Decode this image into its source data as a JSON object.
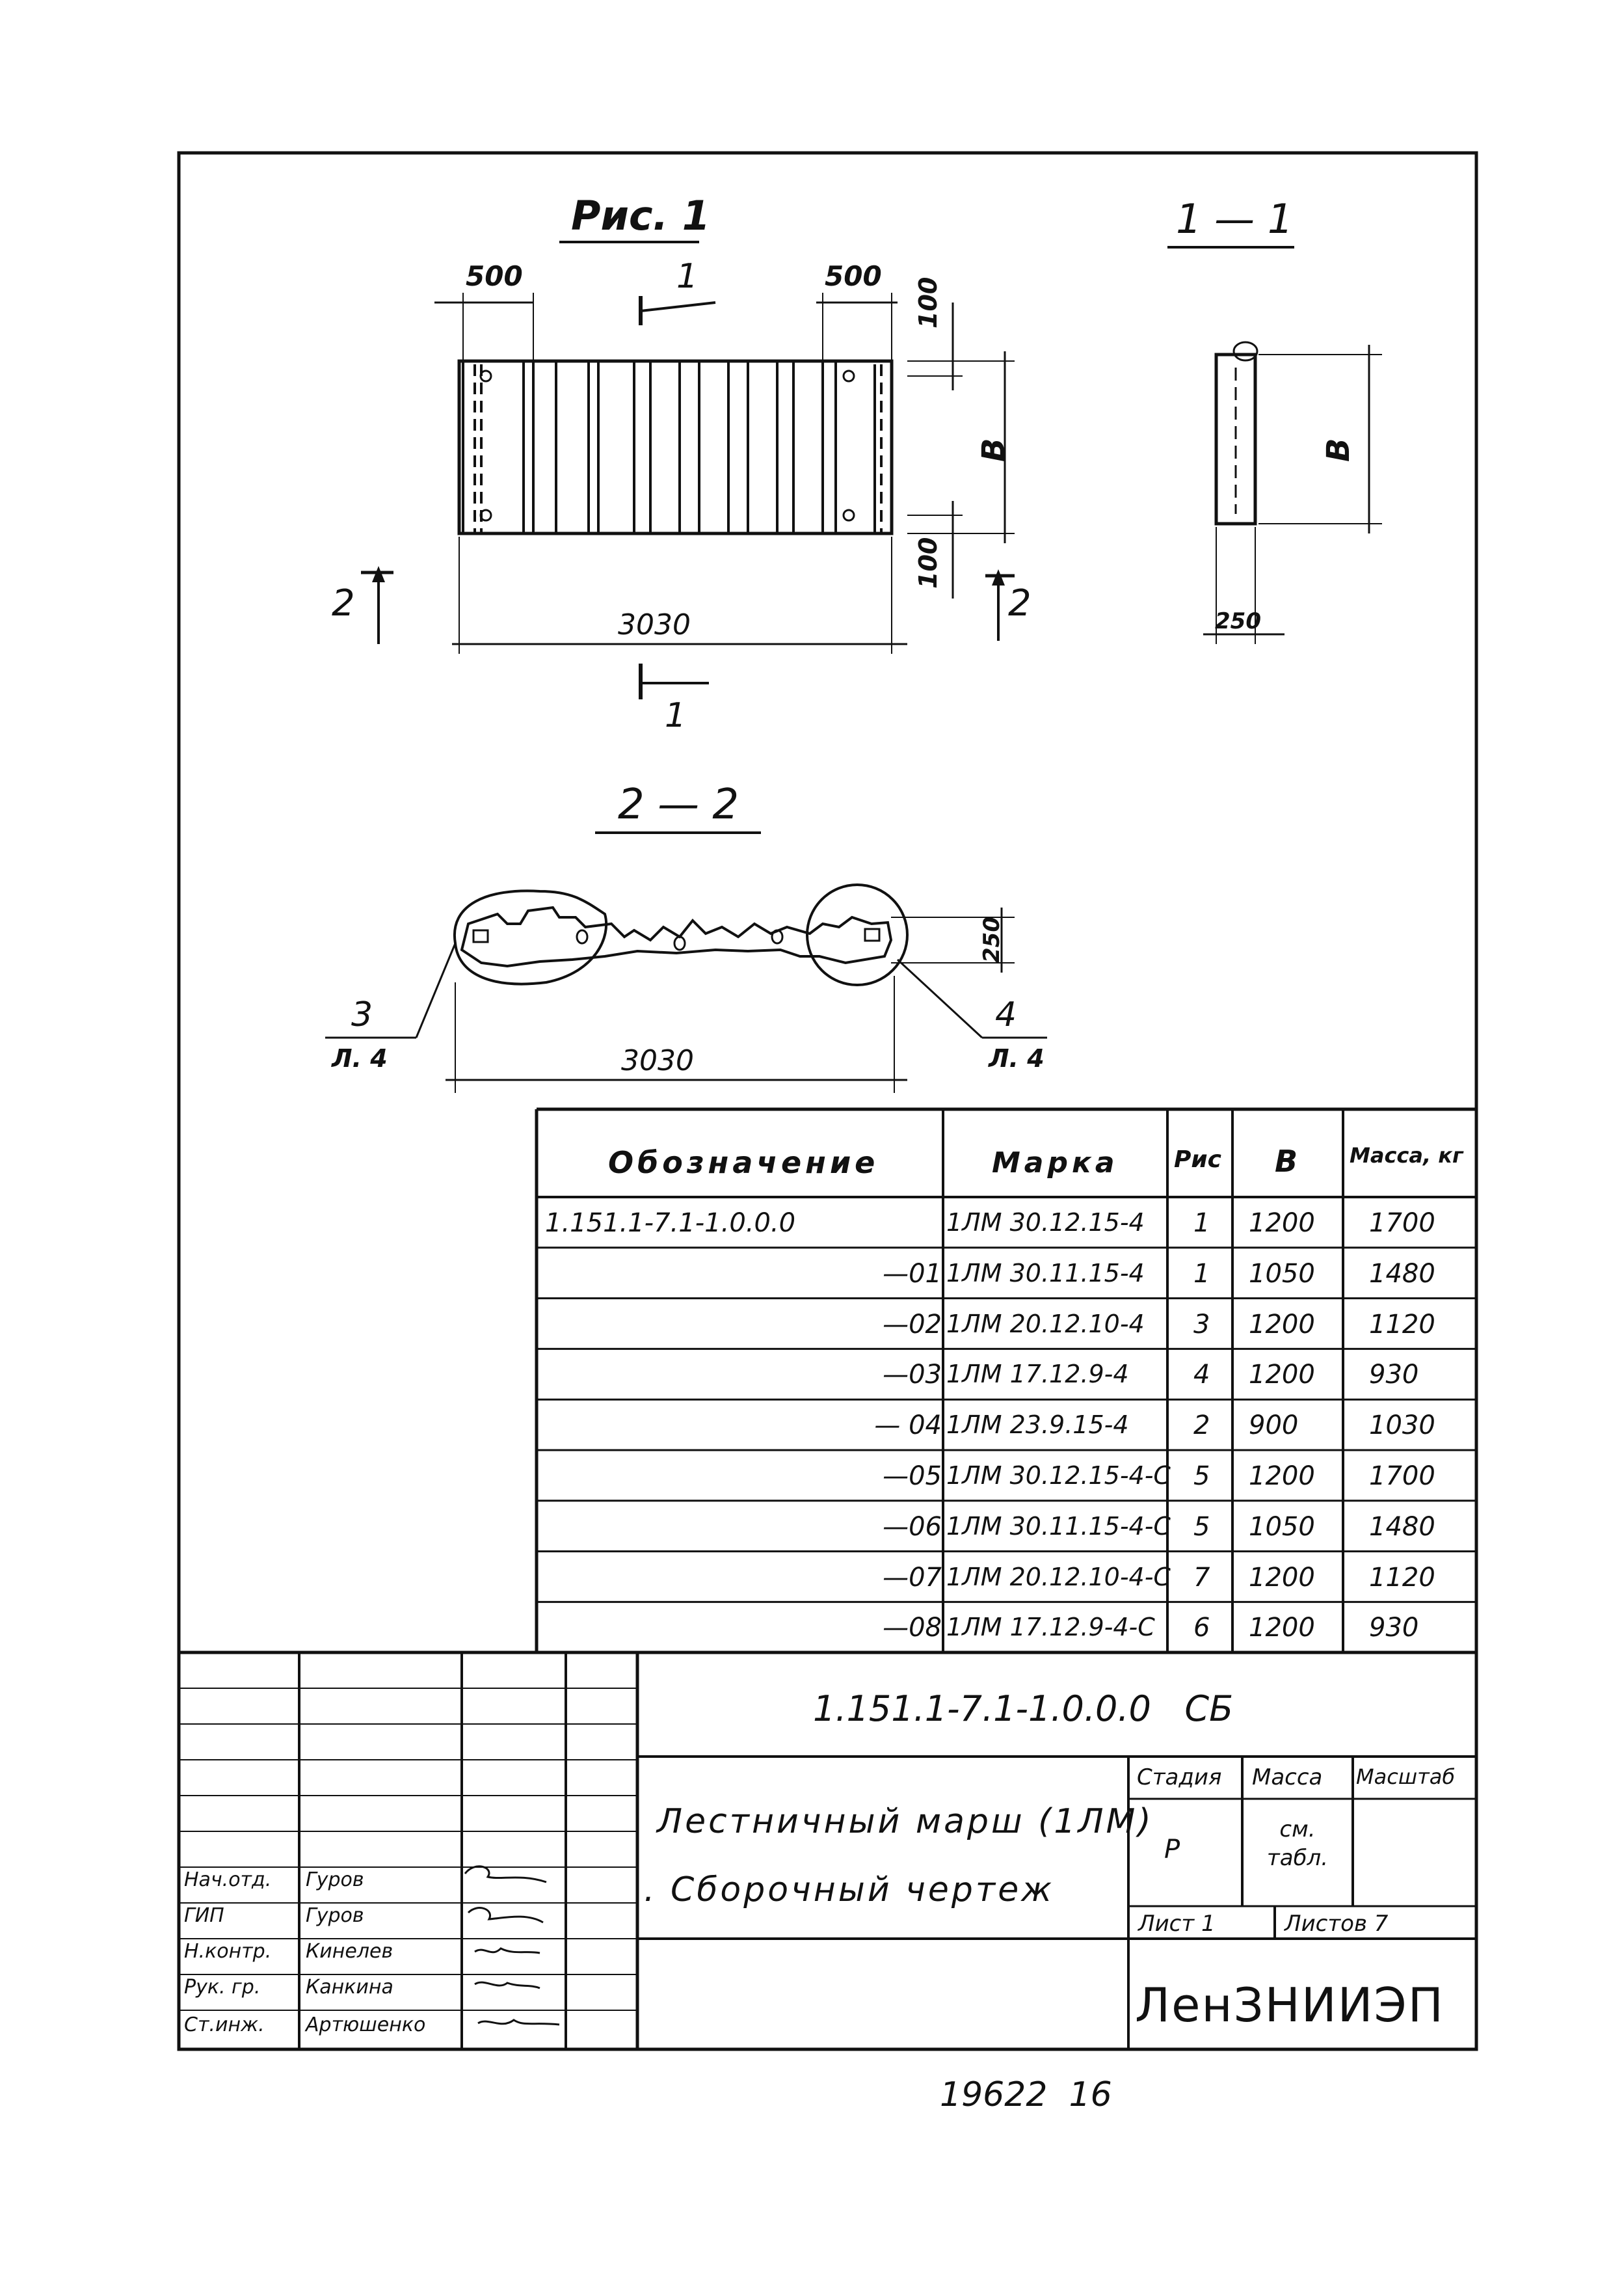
{
  "figure": {
    "title": "Рис. 1",
    "section_11_title": "1 — 1",
    "section_22_title": "2 — 2",
    "dim_500_left": "500",
    "dim_500_right": "500",
    "dim_100_top": "100",
    "dim_100_bottom": "100",
    "dim_B": "В",
    "dim_3030": "3030",
    "dim_3030_b": "3030",
    "dim_250_side": "250",
    "dim_250_sect": "250",
    "cut_1_top": "1",
    "cut_1_bottom": "1",
    "cut_2_left": "2",
    "cut_2_right": "2",
    "callout_3_num": "3",
    "callout_3_sheet": "Л. 4",
    "callout_4_num": "4",
    "callout_4_sheet": "Л. 4"
  },
  "spec_table": {
    "headers": {
      "designation": "Обозначение",
      "mark": "Марка",
      "fig": "Рис",
      "b": "В",
      "mass": "Масса, кг"
    },
    "rows": [
      {
        "designation": "1.151.1-7.1-1.0.0.0",
        "mark": "1ЛМ 30.12.15-4",
        "fig": "1",
        "b": "1200",
        "mass": "1700"
      },
      {
        "designation": "—01",
        "mark": "1ЛМ 30.11.15-4",
        "fig": "1",
        "b": "1050",
        "mass": "1480"
      },
      {
        "designation": "—02",
        "mark": "1ЛМ 20.12.10-4",
        "fig": "3",
        "b": "1200",
        "mass": "1120"
      },
      {
        "designation": "—03",
        "mark": "1ЛМ 17.12.9-4",
        "fig": "4",
        "b": "1200",
        "mass": "930"
      },
      {
        "designation": "— 04",
        "mark": "1ЛМ 23.9.15-4",
        "fig": "2",
        "b": "900",
        "mass": "1030"
      },
      {
        "designation": "—05",
        "mark": "1ЛМ 30.12.15-4-С",
        "fig": "5",
        "b": "1200",
        "mass": "1700"
      },
      {
        "designation": "—06",
        "mark": "1ЛМ 30.11.15-4-С",
        "fig": "5",
        "b": "1050",
        "mass": "1480"
      },
      {
        "designation": "—07",
        "mark": "1ЛМ 20.12.10-4-С",
        "fig": "7",
        "b": "1200",
        "mass": "1120"
      },
      {
        "designation": "—08",
        "mark": "1ЛМ 17.12.9-4-С",
        "fig": "6",
        "b": "1200",
        "mass": "930"
      }
    ]
  },
  "title_block": {
    "doc_code": "1.151.1-7.1-1.0.0.0   СБ",
    "name_line1": "Лестничный марш (1ЛМ)",
    "name_line2": ". Сборочный чертеж",
    "stage_label": "Стадия",
    "mass_label": "Масса",
    "scale_label": "Масштаб",
    "stage_value": "Р",
    "mass_value": "см. табл.",
    "sheet_label": "Лист 1",
    "sheets_label": "Листов 7",
    "org": "ЛенЗНИИЭП",
    "staff": [
      {
        "role": "Нач.отд.",
        "name": "Гуров"
      },
      {
        "role": "ГИП",
        "name": "Гуров"
      },
      {
        "role": "Н.контр.",
        "name": "Кинелев"
      },
      {
        "role": "Рук. гр.",
        "name": "Канкина"
      },
      {
        "role": "Ст.инж.",
        "name": "Артюшенко"
      }
    ]
  },
  "footer_number": "19622  16",
  "colors": {
    "ink": "#111111",
    "paper": "#ffffff"
  }
}
